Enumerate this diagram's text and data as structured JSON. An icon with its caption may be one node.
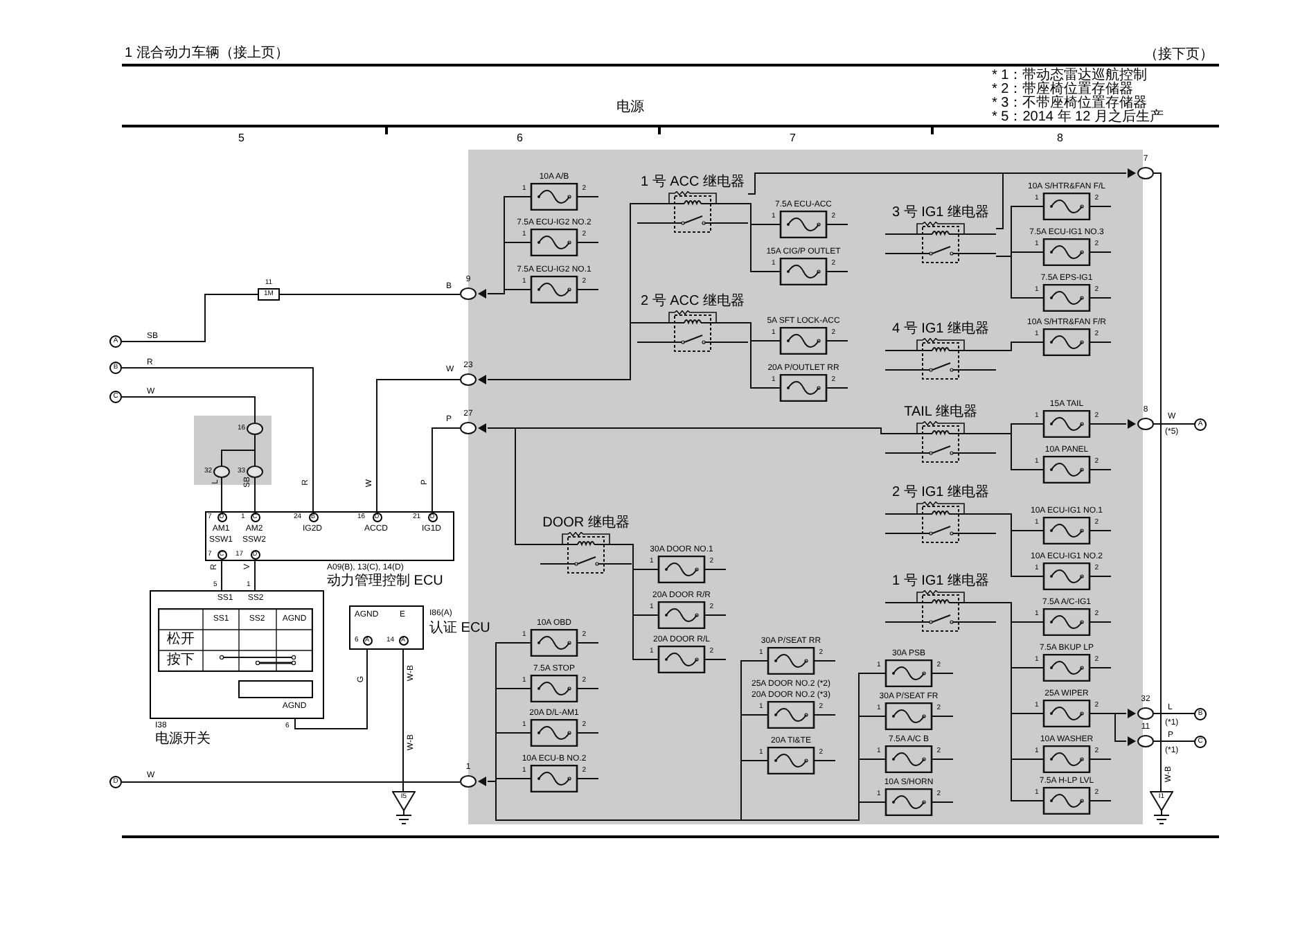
{
  "diagram": {
    "title": "1 混合动力车辆（接上页）",
    "nodes": [
      {
        "text": [],
        "shape": "box"
      },
      {
        "text": [
          "10A A/B"
        ],
        "beside": [
          "1",
          "2"
        ],
        "in": 0
      },
      {
        "text": [
          "7.5A ECU-IG2 NO.2"
        ],
        "beside": [
          "1",
          "2"
        ],
        "in": 0
      },
      {
        "text": [
          "7.5A ECU-IG2 NO.1"
        ],
        "beside": [
          "1",
          "2"
        ],
        "in": 0
      },
      {
        "text": [
          "1 号 ACC 继电器"
        ],
        "in": 0
      },
      {
        "text": [
          "7.5A ECU-ACC"
        ],
        "beside": [
          "1",
          "2"
        ],
        "in": 0
      },
      {
        "text": [
          "15A CIG/P OUTLET"
        ],
        "beside": [
          "1",
          "2"
        ],
        "in": 0
      },
      {
        "text": [
          "2 号 ACC 继电器"
        ],
        "in": 0
      },
      {
        "text": [
          "5A SFT LOCK-ACC"
        ],
        "beside": [
          "1",
          "2"
        ],
        "in": 0
      },
      {
        "text": [
          "20A P/OUTLET RR"
        ],
        "beside": [
          "1",
          "2"
        ],
        "in": 0
      },
      {
        "text": [
          "3 号 IG1 继电器"
        ],
        "in": 0
      },
      {
        "text": [
          "4 号 IG1 继电器"
        ],
        "in": 0
      },
      {
        "text": [
          "TAIL 继电器"
        ],
        "in": 0
      },
      {
        "text": [
          "2 号 IG1 继电器"
        ],
        "in": 0
      },
      {
        "text": [
          "1 号 IG1 继电器"
        ],
        "in": 0
      },
      {
        "text": [
          "10A S/HTR&FAN F/L"
        ],
        "beside": [
          "1",
          "2"
        ],
        "in": 0
      },
      {
        "text": [
          "7.5A ECU-IG1 NO.3"
        ],
        "beside": [
          "1",
          "2"
        ],
        "in": 0
      },
      {
        "text": [
          "7.5A EPS-IG1"
        ],
        "beside": [
          "1",
          "2"
        ],
        "in": 0
      },
      {
        "text": [
          "10A S/HTR&FAN F/R"
        ],
        "beside": [
          "1",
          "2"
        ],
        "in": 0
      },
      {
        "text": [
          "15A TAIL"
        ],
        "beside": [
          "1",
          "2"
        ],
        "in": 0
      },
      {
        "text": [
          "10A PANEL"
        ],
        "beside": [
          "1",
          "2"
        ],
        "in": 0
      },
      {
        "text": [
          "10A ECU-IG1 NO.1"
        ],
        "beside": [
          "1",
          "2"
        ],
        "in": 0
      },
      {
        "text": [
          "10A ECU-IG1 NO.2"
        ],
        "beside": [
          "1",
          "2"
        ],
        "in": 0
      },
      {
        "text": [
          "7.5A A/C-IG1"
        ],
        "beside": [
          "1",
          "2"
        ],
        "in": 0
      },
      {
        "text": [
          "7.5A BKUP LP"
        ],
        "beside": [
          "1",
          "2"
        ],
        "in": 0
      },
      {
        "text": [
          "25A WIPER"
        ],
        "beside": [
          "1",
          "2"
        ],
        "in": 0
      },
      {
        "text": [
          "10A WASHER"
        ],
        "beside": [
          "1",
          "2"
        ],
        "in": 0
      },
      {
        "text": [
          "7.5A H-LP LVL"
        ],
        "beside": [
          "1",
          "2"
        ],
        "in": 0
      },
      {
        "text": [
          "DOOR 继电器"
        ],
        "in": 0
      },
      {
        "text": [
          "30A DOOR NO.1"
        ],
        "beside": [
          "1",
          "2"
        ],
        "in": 0
      },
      {
        "text": [
          "20A DOOR R/R"
        ],
        "beside": [
          "1",
          "2"
        ],
        "in": 0
      },
      {
        "text": [
          "20A DOOR R/L"
        ],
        "beside": [
          "1",
          "2"
        ],
        "in": 0
      },
      {
        "text": [
          "10A OBD"
        ],
        "beside": [
          "1",
          "2"
        ],
        "in": 0
      },
      {
        "text": [
          "7.5A STOP"
        ],
        "beside": [
          "1",
          "2"
        ],
        "in": 0
      },
      {
        "text": [
          "20A D/L-AM1"
        ],
        "beside": [
          "1",
          "2"
        ],
        "in": 0
      },
      {
        "text": [
          "10A ECU-B NO.2"
        ],
        "beside": [
          "1",
          "2"
        ],
        "in": 0
      },
      {
        "text": [
          "30A P/SEAT RR"
        ],
        "beside": [
          "1",
          "2"
        ],
        "in": 0
      },
      {
        "text": [
          "25A DOOR NO.2 (*2)",
          "20A DOOR NO.2 (*3)"
        ],
        "beside": [
          "1",
          "2"
        ],
        "in": 0
      },
      {
        "text": [
          "20A TI&TE"
        ],
        "beside": [
          "1",
          "2"
        ],
        "in": 0
      },
      {
        "text": [
          "30A PSB"
        ],
        "beside": [
          "1",
          "2"
        ],
        "in": 0
      },
      {
        "text": [
          "30A P/SEAT FR"
        ],
        "beside": [
          "1",
          "2"
        ],
        "in": 0
      },
      {
        "text": [
          "7.5A A/C B"
        ],
        "beside": [
          "1",
          "2"
        ],
        "in": 0
      },
      {
        "text": [
          "10A S/HORN"
        ],
        "beside": [
          "1",
          "2"
        ],
        "in": 0
      },
      {
        "text": [
          "9"
        ]
      },
      {
        "text": [
          "23"
        ]
      },
      {
        "text": [
          "27"
        ]
      },
      {
        "text": [
          "1"
        ]
      },
      {
        "text": [
          "7"
        ]
      },
      {
        "text": [
          "8"
        ]
      },
      {
        "text": [
          "32"
        ]
      },
      {
        "text": [
          "11"
        ]
      },
      {
        "text": [
          "11",
          "1M"
        ]
      },
      {
        "text": [
          "A"
        ]
      },
      {
        "text": [
          "B"
        ]
      },
      {
        "text": [
          "C"
        ]
      },
      {
        "text": [
          "D"
        ]
      },
      {
        "text": [],
        "shape": "box"
      },
      {
        "text": [
          "16"
        ],
        "in": 56
      },
      {
        "text": [
          "32"
        ],
        "in": 56
      },
      {
        "text": [
          "33"
        ],
        "in": 56
      },
      {
        "text": [
          "AM1",
          "AM2",
          "IG2D",
          "ACCD",
          "IG1D",
          "SSW1",
          "SSW2"
        ],
        "beside": [
          "A09(B), 13(C), 14(D)",
          "动力管理控制 ECU"
        ]
      },
      {
        "text": [
          "SS1",
          "SS2",
          "SS1",
          "SS2",
          "AGND",
          "松开",
          "按下",
          "AGND"
        ],
        "beside": [
          "I38",
          "电源开关"
        ]
      },
      {
        "text": [
          "AGND",
          "E"
        ],
        "beside": [
          "I86(A)",
          "认证 ECU"
        ]
      },
      {
        "text": [
          "I5"
        ]
      },
      {
        "text": [
          "I1"
        ]
      },
      {
        "text": [
          "A"
        ]
      },
      {
        "text": [
          "B"
        ]
      },
      {
        "text": [
          "C"
        ]
      }
    ],
    "edges": [
      {
        "from": 52,
        "to": 51,
        "arrow": "none",
        "label": "SB"
      },
      {
        "from": 51,
        "to": 43,
        "arrow": "none",
        "label": "B"
      },
      {
        "from": 53,
        "to": 60,
        "arrow": "none",
        "label": "R"
      },
      {
        "from": 54,
        "to": 57,
        "arrow": "none",
        "label": "W"
      },
      {
        "from": 44,
        "to": 60,
        "arrow": "none",
        "label": "W"
      },
      {
        "from": 45,
        "to": 60,
        "arrow": "none",
        "label": "P"
      },
      {
        "from": 58,
        "to": 60,
        "arrow": "none"
      },
      {
        "from": 59,
        "to": 60,
        "arrow": "none"
      },
      {
        "from": 57,
        "to": 58,
        "arrow": "none"
      },
      {
        "from": 57,
        "to": 59,
        "arrow": "none"
      },
      {
        "from": 60,
        "to": 61,
        "arrow": "none"
      },
      {
        "from": 60,
        "to": 61,
        "arrow": "none"
      },
      {
        "from": 61,
        "to": 62,
        "arrow": "none"
      },
      {
        "from": 62,
        "to": 63,
        "arrow": "none"
      },
      {
        "from": 55,
        "to": 46,
        "arrow": "none",
        "label": "W"
      },
      {
        "from": 47,
        "to": 64,
        "arrow": "none"
      },
      {
        "from": 48,
        "to": 65,
        "arrow": "none",
        "label": "W"
      },
      {
        "from": 49,
        "to": 66,
        "arrow": "none",
        "label": "L"
      },
      {
        "from": 50,
        "to": 67,
        "arrow": "none",
        "label": "P"
      },
      {
        "from": 43,
        "to": 1,
        "arrow": "none"
      },
      {
        "from": 43,
        "to": 2,
        "arrow": "none"
      },
      {
        "from": 43,
        "to": 3,
        "arrow": "none"
      },
      {
        "from": 44,
        "to": 4,
        "arrow": "none"
      },
      {
        "from": 44,
        "to": 7,
        "arrow": "none"
      },
      {
        "from": 4,
        "to": 5,
        "arrow": "none"
      },
      {
        "from": 4,
        "to": 6,
        "arrow": "none"
      },
      {
        "from": 7,
        "to": 8,
        "arrow": "none"
      },
      {
        "from": 7,
        "to": 9,
        "arrow": "none"
      },
      {
        "from": 47,
        "to": 4,
        "arrow": "none"
      },
      {
        "from": 47,
        "to": 10,
        "arrow": "none"
      },
      {
        "from": 10,
        "to": 15,
        "arrow": "none"
      },
      {
        "from": 10,
        "to": 16,
        "arrow": "none"
      },
      {
        "from": 10,
        "to": 17,
        "arrow": "none"
      },
      {
        "from": 11,
        "to": 18,
        "arrow": "none"
      },
      {
        "from": 12,
        "to": 19,
        "arrow": "none"
      },
      {
        "from": 12,
        "to": 20,
        "arrow": "none"
      },
      {
        "from": 13,
        "to": 21,
        "arrow": "none"
      },
      {
        "from": 13,
        "to": 22,
        "arrow": "none"
      },
      {
        "from": 14,
        "to": 23,
        "arrow": "none"
      },
      {
        "from": 14,
        "to": 24,
        "arrow": "none"
      },
      {
        "from": 14,
        "to": 25,
        "arrow": "none"
      },
      {
        "from": 14,
        "to": 26,
        "arrow": "none"
      },
      {
        "from": 14,
        "to": 27,
        "arrow": "none"
      },
      {
        "from": 45,
        "to": 12,
        "arrow": "none"
      },
      {
        "from": 45,
        "to": 28,
        "arrow": "none"
      },
      {
        "from": 28,
        "to": 29,
        "arrow": "none"
      },
      {
        "from": 28,
        "to": 30,
        "arrow": "none"
      },
      {
        "from": 28,
        "to": 31,
        "arrow": "none"
      },
      {
        "from": 46,
        "to": 32,
        "arrow": "none"
      },
      {
        "from": 46,
        "to": 33,
        "arrow": "none"
      },
      {
        "from": 46,
        "to": 34,
        "arrow": "none"
      },
      {
        "from": 46,
        "to": 35,
        "arrow": "none"
      },
      {
        "from": 46,
        "to": 36,
        "arrow": "none"
      },
      {
        "from": 46,
        "to": 37,
        "arrow": "none"
      },
      {
        "from": 46,
        "to": 38,
        "arrow": "none"
      },
      {
        "from": 46,
        "to": 39,
        "arrow": "none"
      },
      {
        "from": 46,
        "to": 40,
        "arrow": "none"
      },
      {
        "from": 46,
        "to": 41,
        "arrow": "none"
      },
      {
        "from": 46,
        "to": 42,
        "arrow": "none"
      },
      {
        "from": 19,
        "to": 48,
        "arrow": "none"
      },
      {
        "from": 25,
        "to": 49,
        "arrow": "none"
      },
      {
        "from": 25,
        "to": 50,
        "arrow": "none"
      }
    ],
    "labels": [
      "（接下页）",
      "* 1：带动态雷达巡航控制",
      "* 2：带座椅位置存储器",
      "* 3：不带座椅位置存储器",
      "* 5：2014 年 12 月之后生产",
      "电源",
      "5",
      "6",
      "7",
      "8",
      "L",
      "SB",
      "R",
      "W",
      "P",
      "7",
      "D",
      "1",
      "C",
      "24",
      "B",
      "16",
      "D",
      "21",
      "D",
      "7",
      "C",
      "17",
      "D",
      "R",
      "V",
      "5",
      "1",
      "6",
      "G",
      "6",
      "A",
      "14",
      "A",
      "W-B",
      "W-B",
      "W-B",
      "(*5)",
      "(*1)",
      "(*1)"
    ]
  }
}
